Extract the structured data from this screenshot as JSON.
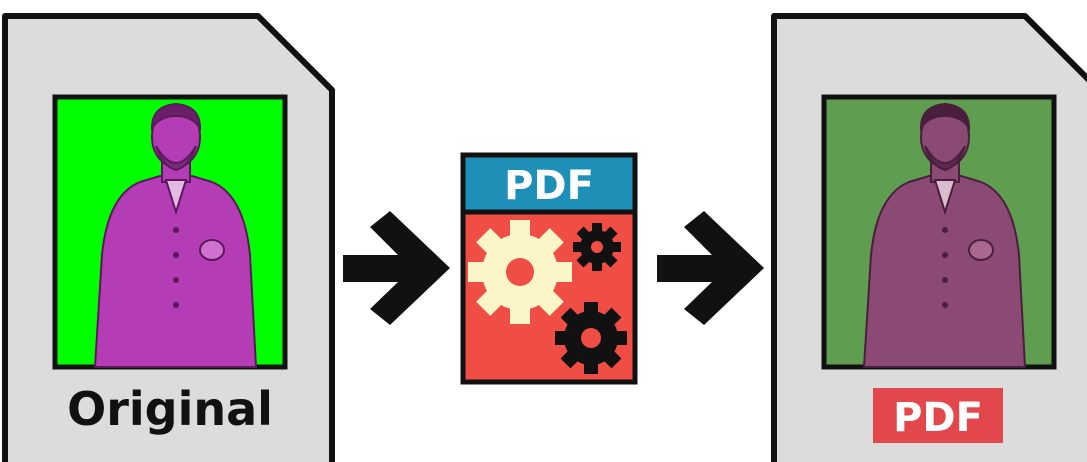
{
  "original_doc": {
    "label": "Original"
  },
  "converter": {
    "header": "PDF"
  },
  "output_doc": {
    "badge": "PDF"
  },
  "colors": {
    "doc_fill": "#dcdcdc",
    "outline": "#111111",
    "original_bg": "#00ff00",
    "figure_magenta": "#b43cb4",
    "output_bg": "#5f9d50",
    "figure_output": "#8a4a74",
    "converter_header": "#1e90b8",
    "converter_body": "#f04e45",
    "big_gear": "#fbf5c8",
    "small_gear": "#111111",
    "badge_red": "#e2474b"
  },
  "icons": [
    "document-icon",
    "arrow-right-icon",
    "gear-icon",
    "person-figure"
  ]
}
